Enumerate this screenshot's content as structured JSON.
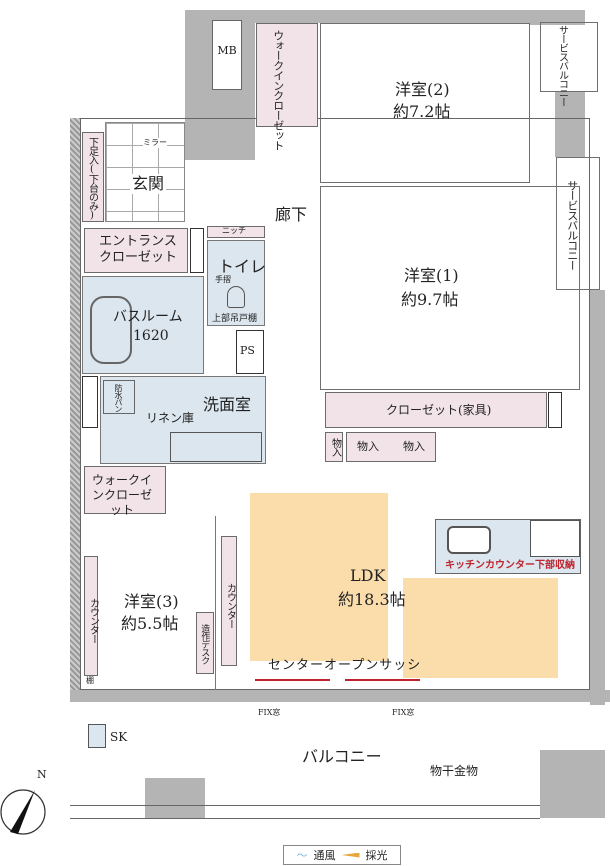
{
  "rooms": {
    "mb": "MB",
    "walkin_closet_top": "ウォークインクローゼット",
    "western2_name": "洋室(2)",
    "western2_size": "約7.2帖",
    "service_balcony_top": "サービスバルコニー",
    "service_balcony_right": "サービスバルコニー",
    "mirror": "ミラー",
    "entrance": "玄関",
    "shoe_storage": "下足入(下台のみ)",
    "hallway": "廊下",
    "niche": "ニッチ",
    "entrance_closet": "エントランスクローゼット",
    "toilet": "トイレ",
    "handrail": "手摺",
    "upper_cabinet": "上部吊戸棚",
    "bathroom_name": "バスルーム",
    "bathroom_size": "1620",
    "ps": "PS",
    "waterproof_pan": "防水パン",
    "washroom": "洗面室",
    "linen": "リネン庫",
    "western1_name": "洋室(1)",
    "western1_size": "約9.7帖",
    "closet_furniture": "クローゼット(家具)",
    "storage": "物入",
    "walkin_closet_left": "ウォークインクローゼット",
    "western3_name": "洋室(3)",
    "western3_size": "約5.5帖",
    "counter": "カウンター",
    "built_desk": "造作デスク",
    "shelf": "棚",
    "ldk_name": "LDK",
    "ldk_size": "約18.3帖",
    "kitchen_storage": "キッチンカウンター下部収納",
    "center_open_sash": "センターオープンサッシ",
    "fix_window": "FIX窓",
    "sk": "SK",
    "balcony": "バルコニー",
    "clothes_hanger": "物干金物"
  },
  "compass": {
    "north": "N"
  },
  "legend": {
    "ventilation": "通風",
    "daylight": "採光"
  },
  "colors": {
    "wall": "#b4b4b4",
    "closet": "#f1e3e8",
    "wet_area": "#dbe6ee",
    "ldk": "#fbdcab",
    "accent_red": "#c0232d",
    "wind": "#7fb7dd",
    "light": "#e8a73a"
  }
}
